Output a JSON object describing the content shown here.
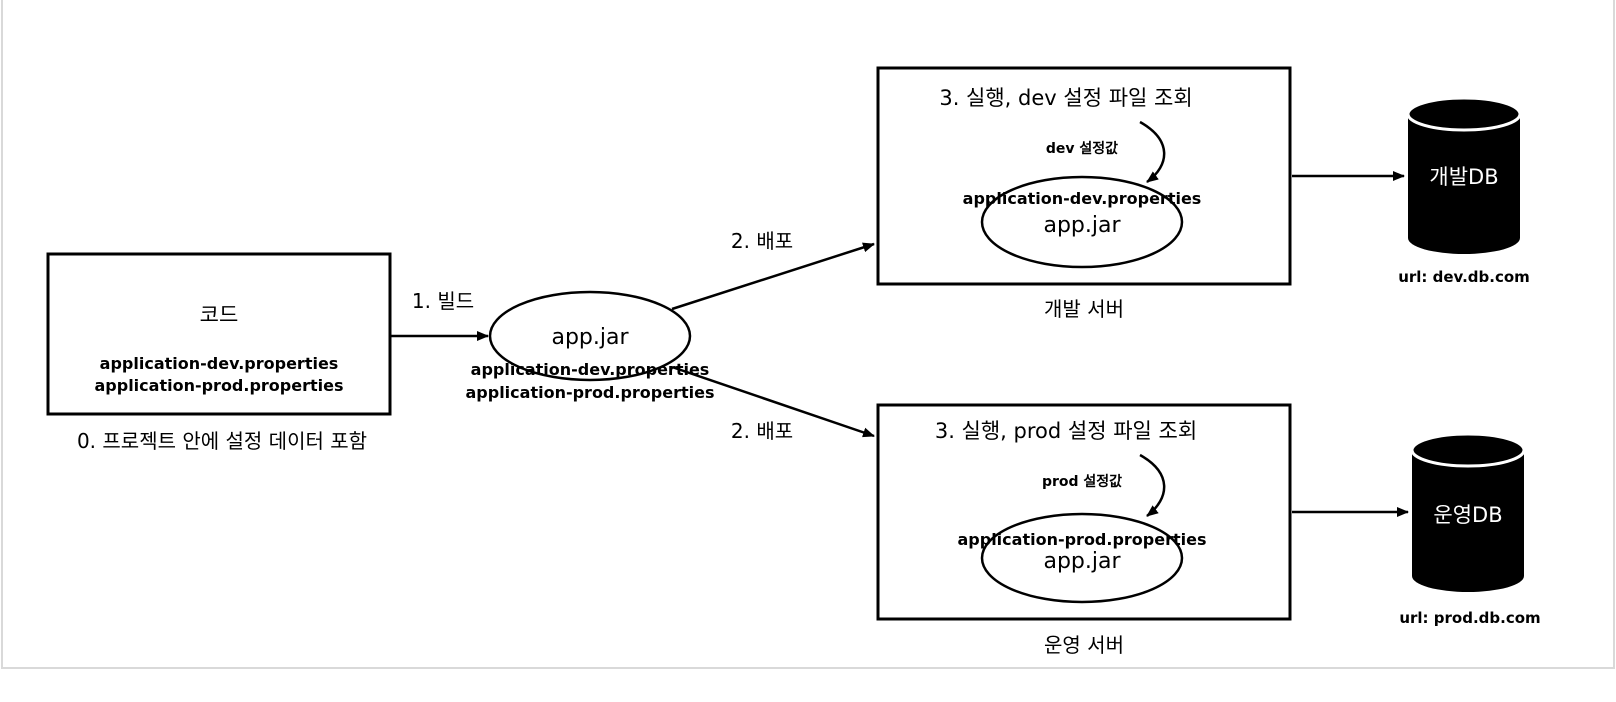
{
  "code_box": {
    "title": "코드",
    "file_dev": "application-dev.properties",
    "file_prod": "application-prod.properties",
    "caption": "0. 프로젝트 안에 설정 데이터 포함"
  },
  "build_arrow": {
    "label": "1. 빌드"
  },
  "artifact": {
    "name": "app.jar",
    "file_dev": "application-dev.properties",
    "file_prod": "application-prod.properties"
  },
  "deploy": {
    "label_dev": "2. 배포",
    "label_prod": "2. 배포"
  },
  "dev_server": {
    "heading": "3. 실행, dev 설정 파일 조회",
    "setting_label": "dev 설정값",
    "properties_file": "application-dev.properties",
    "jar": "app.jar",
    "caption": "개발 서버"
  },
  "prod_server": {
    "heading": "3. 실행, prod 설정 파일 조회",
    "setting_label": "prod 설정값",
    "properties_file": "application-prod.properties",
    "jar": "app.jar",
    "caption": "운영 서버"
  },
  "dev_db": {
    "name": "개발DB",
    "url": "url: dev.db.com"
  },
  "prod_db": {
    "name": "운영DB",
    "url": "url: prod.db.com"
  },
  "colors": {
    "stroke": "#000000",
    "frame": "#d9d9d9",
    "database_fill": "#000000",
    "database_text": "#ffffff"
  }
}
